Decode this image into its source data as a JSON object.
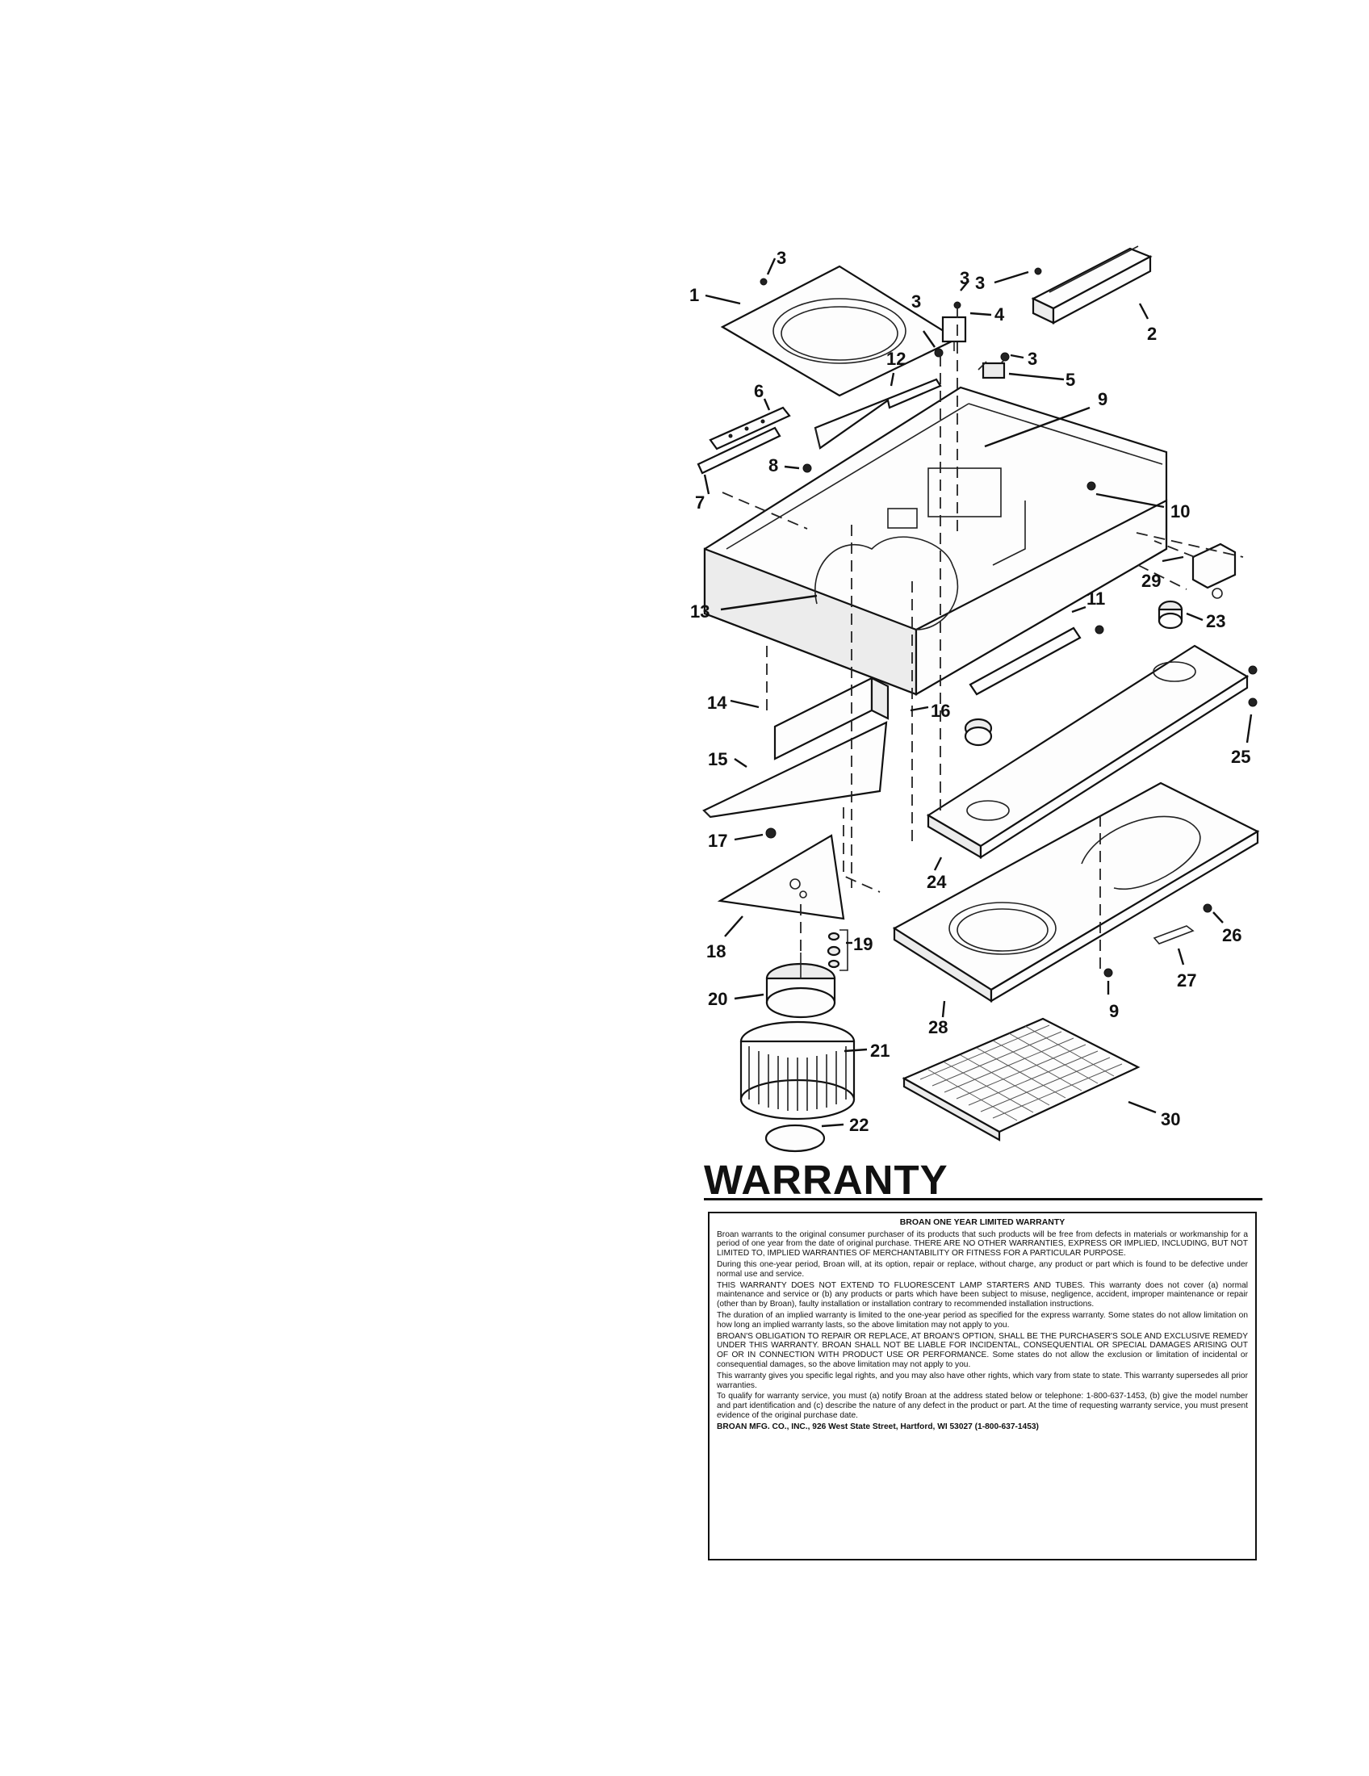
{
  "diagram": {
    "callouts": [
      "1",
      "2",
      "3",
      "3",
      "3",
      "3",
      "3",
      "4",
      "5",
      "6",
      "7",
      "8",
      "9",
      "9",
      "10",
      "11",
      "12",
      "13",
      "14",
      "15",
      "16",
      "17",
      "18",
      "19",
      "20",
      "21",
      "22",
      "23",
      "24",
      "25",
      "26",
      "27",
      "28",
      "29",
      "30"
    ]
  },
  "warranty": {
    "title": "WARRANTY",
    "heading": "BROAN ONE YEAR LIMITED WARRANTY",
    "paragraphs": [
      "Broan warrants to the original consumer purchaser of its products that such products will be free from defects in materials or workmanship for a period of one year from the date of original purchase. THERE ARE NO OTHER WARRANTIES, EXPRESS OR IMPLIED, INCLUDING, BUT NOT LIMITED TO, IMPLIED WARRANTIES OF MERCHANTABILITY OR FITNESS FOR A PARTICULAR PURPOSE.",
      "During this one-year period, Broan will, at its option, repair or replace, without charge, any product or part which is found to be defective under normal use and service.",
      "THIS WARRANTY DOES NOT EXTEND TO FLUORESCENT LAMP STARTERS AND TUBES. This warranty does not cover (a) normal maintenance and service or (b) any products or parts which have been subject to misuse, negligence, accident, improper maintenance or repair (other than by Broan), faulty installation or installation contrary to recommended installation instructions.",
      "The duration of an implied warranty is limited to the one-year period as specified for the express warranty. Some states do not allow limitation on how long an implied warranty lasts, so the above limitation may not apply to you.",
      "BROAN'S OBLIGATION TO REPAIR OR REPLACE, AT BROAN'S OPTION, SHALL BE THE PURCHASER'S SOLE AND EXCLUSIVE REMEDY UNDER THIS WARRANTY. BROAN SHALL NOT BE LIABLE FOR INCIDENTAL, CONSEQUENTIAL OR SPECIAL DAMAGES ARISING OUT OF OR IN CONNECTION WITH PRODUCT USE OR PERFORMANCE. Some states do not allow the exclusion or limitation of incidental or consequential damages, so the above limitation may not apply to you.",
      "This warranty gives you specific legal rights, and you may also have other rights, which vary from state to state. This warranty supersedes all prior warranties.",
      "To qualify for warranty service, you must (a) notify Broan at the address stated below or telephone: 1-800-637-1453, (b) give the model number and part identification and (c) describe the nature of any defect in the product or part. At the time of requesting warranty service, you must present evidence of the original purchase date.",
      "BROAN MFG. CO., INC., 926 West State Street, Hartford, WI 53027 (1-800-637-1453)"
    ]
  }
}
